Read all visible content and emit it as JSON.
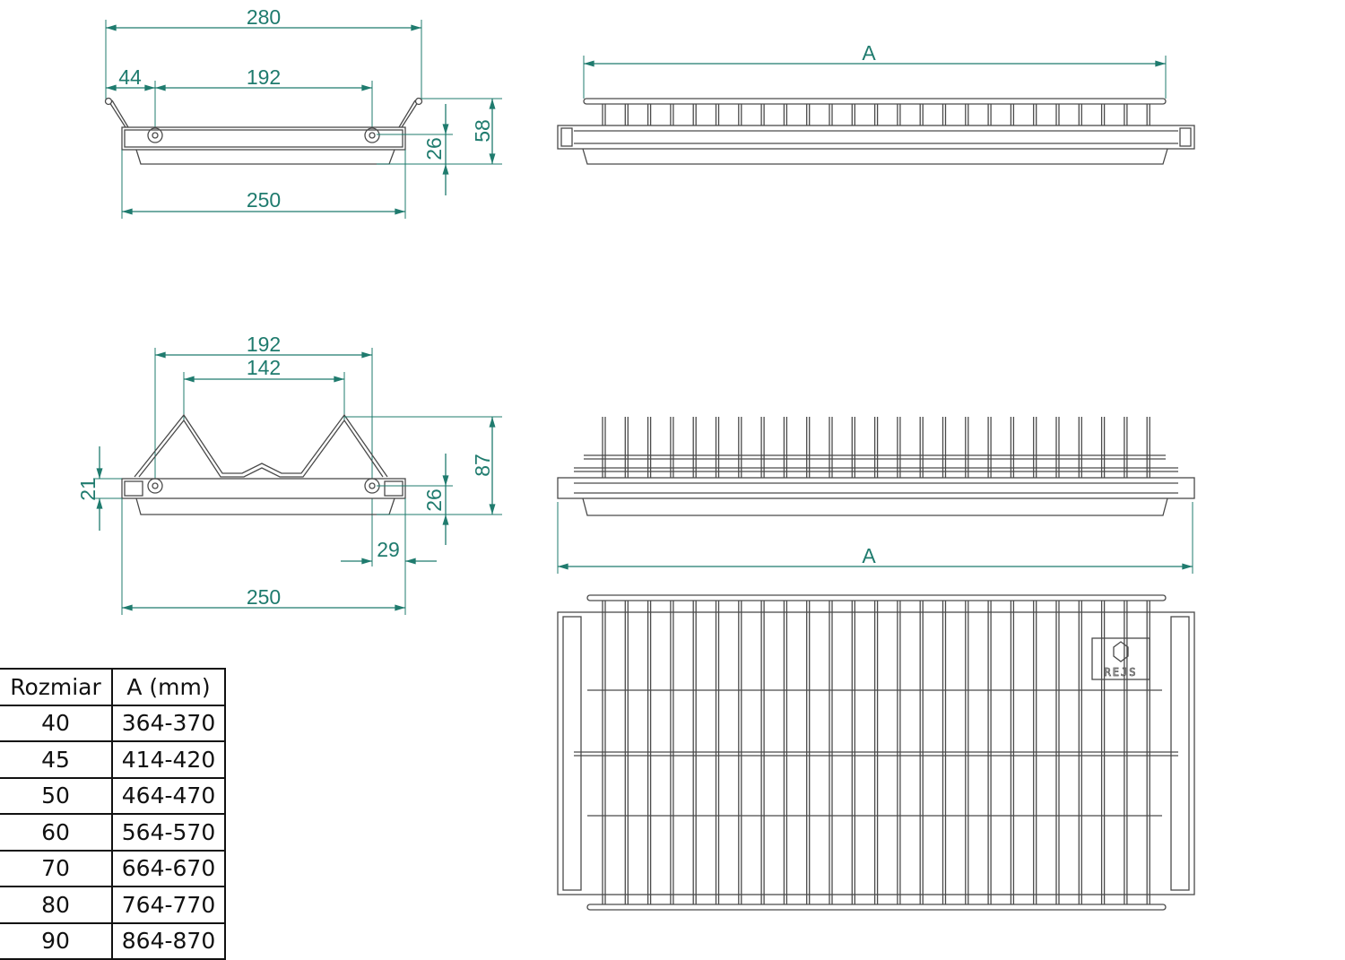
{
  "drawing": {
    "side_view_top": {
      "overall_width": "280",
      "handle_offset": "44",
      "hole_spacing": "192",
      "tray_width": "250",
      "height": "58",
      "hole_height": "26"
    },
    "rack_view_top": {
      "length_label": "A"
    },
    "side_view_bottom": {
      "outer_spacing": "192",
      "inner_spacing": "142",
      "tray_height": "21",
      "height": "87",
      "hole_height": "26",
      "edge_offset": "29",
      "tray_width": "250"
    },
    "rack_view_bottom": {
      "length_label": "A"
    },
    "logo_text": "REJS"
  },
  "size_table": {
    "headers": [
      "Rozmiar",
      "A (mm)"
    ],
    "rows": [
      {
        "size": "40",
        "a": "364-370"
      },
      {
        "size": "45",
        "a": "414-420"
      },
      {
        "size": "50",
        "a": "464-470"
      },
      {
        "size": "60",
        "a": "564-570"
      },
      {
        "size": "70",
        "a": "664-670"
      },
      {
        "size": "80",
        "a": "764-770"
      },
      {
        "size": "90",
        "a": "864-870"
      }
    ]
  },
  "colors": {
    "dimension": "#1f7b6e",
    "line": "#4a4a4a"
  }
}
